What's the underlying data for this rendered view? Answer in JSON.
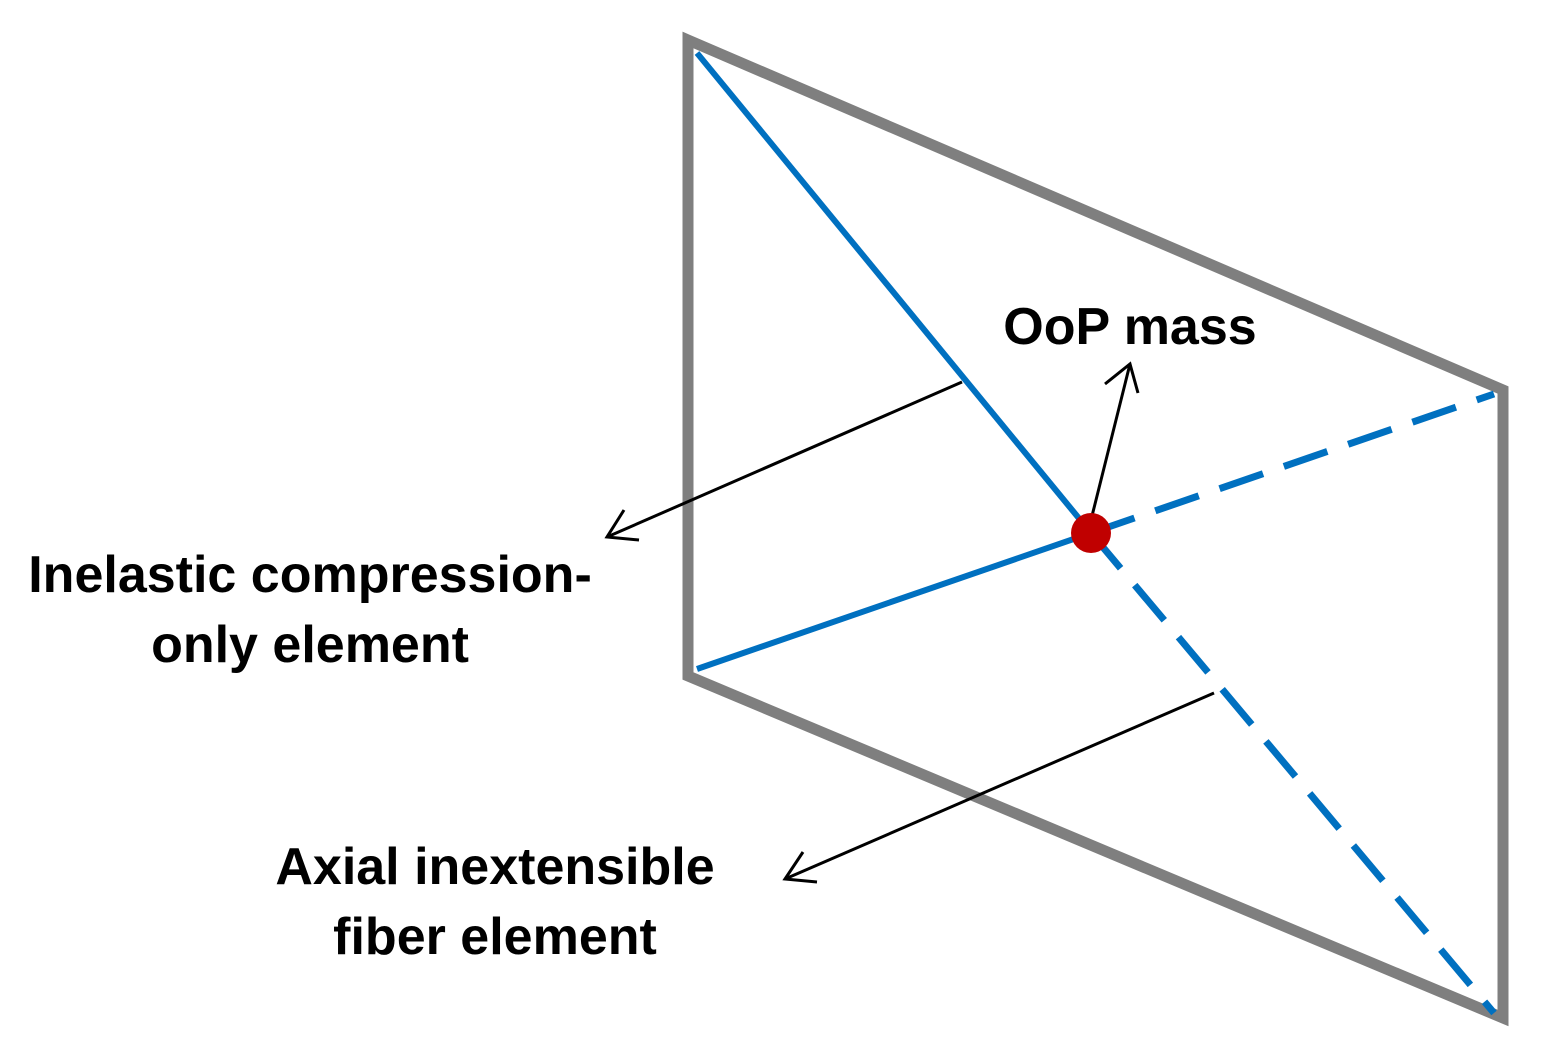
{
  "labels": {
    "oop_mass": "OoP mass",
    "inelastic_line1": "Inelastic compression-",
    "inelastic_line2": "only element",
    "axial_line1": "Axial inextensible",
    "axial_line2": "fiber element"
  },
  "colors": {
    "frame": "#7f7f7f",
    "element": "#0070c0",
    "mass": "#c00000",
    "leader": "#000000",
    "text": "#000000"
  }
}
